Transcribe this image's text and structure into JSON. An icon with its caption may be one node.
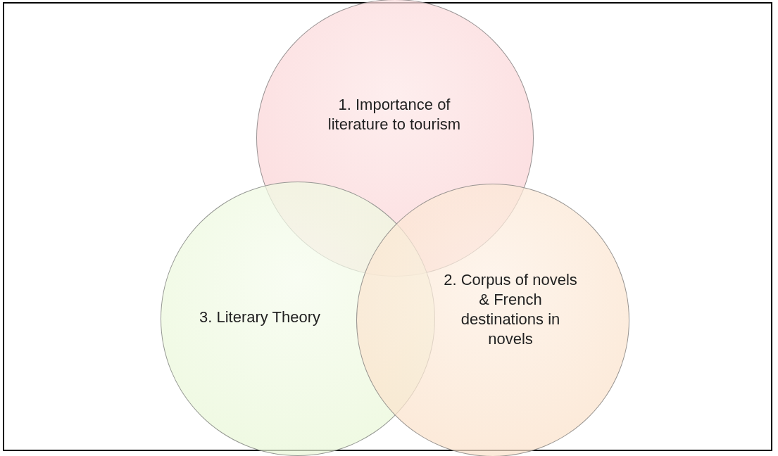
{
  "diagram": {
    "nodes": [
      {
        "text": [
          "1. Importance of literature to tourism"
        ]
      },
      {
        "text": [
          "3. Literary Theory"
        ]
      },
      {
        "text": [
          "2. Corpus of novels & French destinations in novels"
        ]
      }
    ]
  }
}
